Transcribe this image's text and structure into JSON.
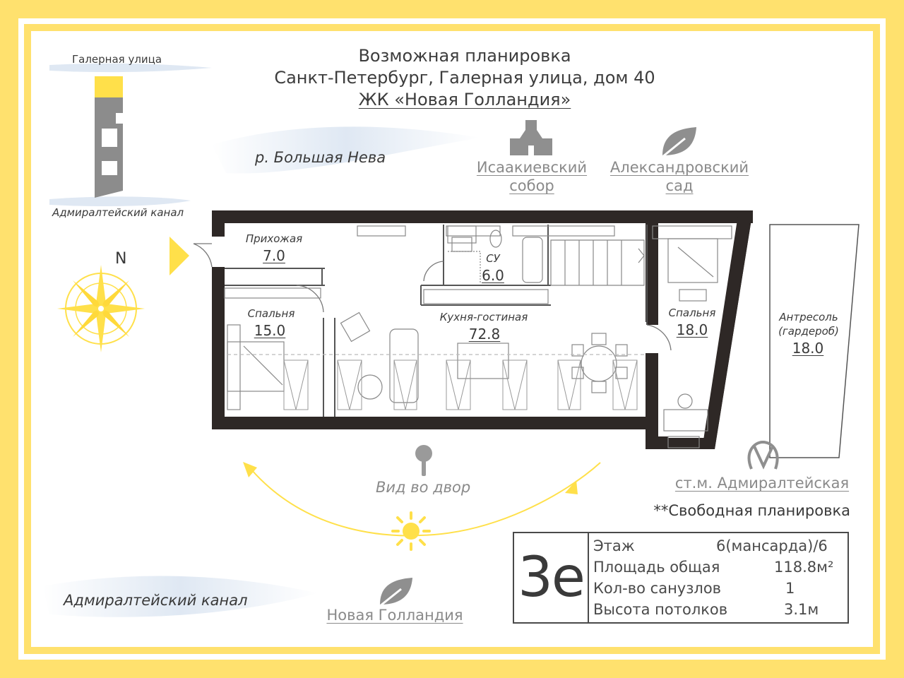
{
  "header": {
    "line1": "Возможная планировка",
    "line2": "Санкт-Петербург, Галерная улица, дом 40",
    "line3": "ЖК «Новая Голландия»"
  },
  "minimap": {
    "street": "Галерная улица",
    "canal": "Адмиралтейский канал"
  },
  "compass": {
    "north": "N"
  },
  "river": "р. Большая Нева",
  "pois": {
    "isaac_1": "Исаакиевский",
    "isaac_2": "собор",
    "garden_1": "Александровский",
    "garden_2": "сад",
    "metro": "ст.м. Адмиралтейская",
    "new_holland": "Новая Голландия"
  },
  "bottom_canal": "Адмиралтейский канал",
  "yard_view": "Вид во двор",
  "free_layout": "**Свободная планировка",
  "rooms": {
    "hall": {
      "name": "Прихожая",
      "area": "7.0"
    },
    "wc": {
      "name": "СУ",
      "area": "6.0"
    },
    "bed1": {
      "name": "Спальня",
      "area": "15.0"
    },
    "kitchen": {
      "name": "Кухня-гостиная",
      "area": "72.8"
    },
    "bed2": {
      "name": "Спальня",
      "area": "18.0"
    },
    "mezz_1": "Антресоль",
    "mezz_2": "(гардероб)",
    "mezz_area": "18.0"
  },
  "info": {
    "code": "3е",
    "rows": [
      {
        "label": "Этаж",
        "value": "6(мансарда)/6"
      },
      {
        "label": "Площадь общая",
        "value": "118.8м²"
      },
      {
        "label": "Кол-во санузлов",
        "value": "1"
      },
      {
        "label": "Высота потолков",
        "value": "3.1м"
      }
    ]
  },
  "colors": {
    "frame": "#ffe16e",
    "accent": "#ffe04a",
    "wall": "#2e2826",
    "river": "#dfe8f3"
  }
}
